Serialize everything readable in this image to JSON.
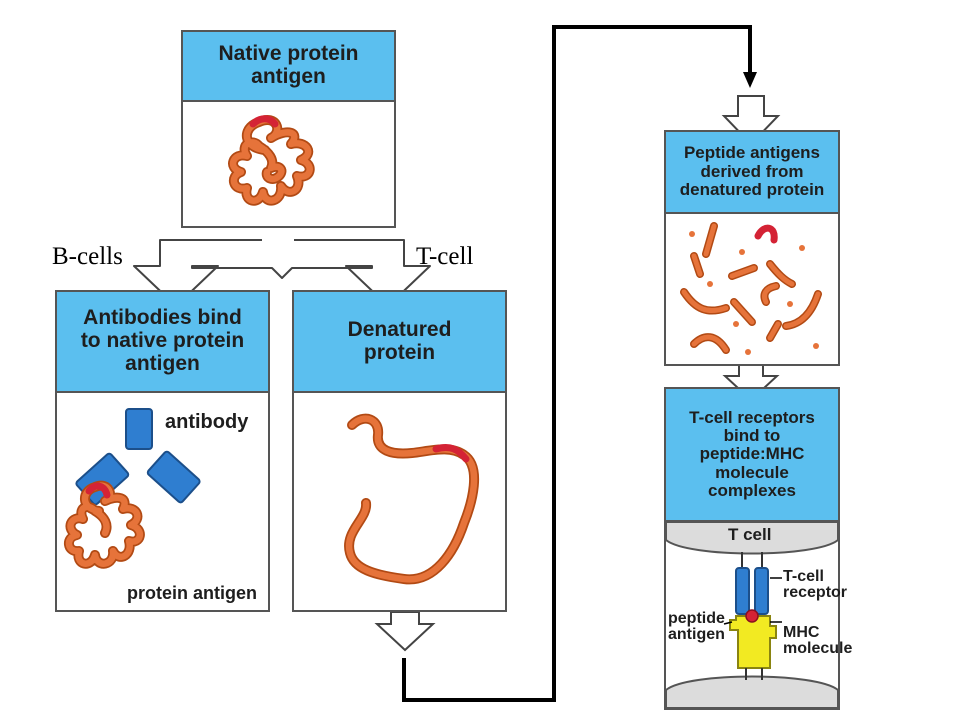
{
  "colors": {
    "header_bg": "#5bbfef",
    "protein": "#e6733a",
    "protein_outline": "#b24a14",
    "epitope": "#d42335",
    "antibody": "#2f7ed0",
    "mhc": "#f2ea22",
    "membrane": "#dcdcdc",
    "connector": "#000000"
  },
  "labels": {
    "b_cells": "B-cells",
    "t_cell": "T-cell"
  },
  "panels": {
    "native": {
      "title": "Native protein\nantigen"
    },
    "antibodies": {
      "title": "Antibodies bind\nto native protein\nantigen",
      "antibody_label": "antibody",
      "antigen_label": "protein antigen"
    },
    "denatured": {
      "title": "Denatured\nprotein"
    },
    "peptides": {
      "title": "Peptide antigens\nderived from\ndenatured protein"
    },
    "tcr": {
      "title": "T-cell receptors\nbind to\npeptide:MHC\nmolecule\ncomplexes",
      "t_cell_label": "T cell",
      "receptor_label": "T-cell\nreceptor",
      "peptide_label": "peptide\nantigen",
      "mhc_label": "MHC\nmolecule"
    }
  },
  "icons": [
    "down-arrow-icon",
    "branch-arrow-icon",
    "elbow-connector-arrow-icon"
  ]
}
